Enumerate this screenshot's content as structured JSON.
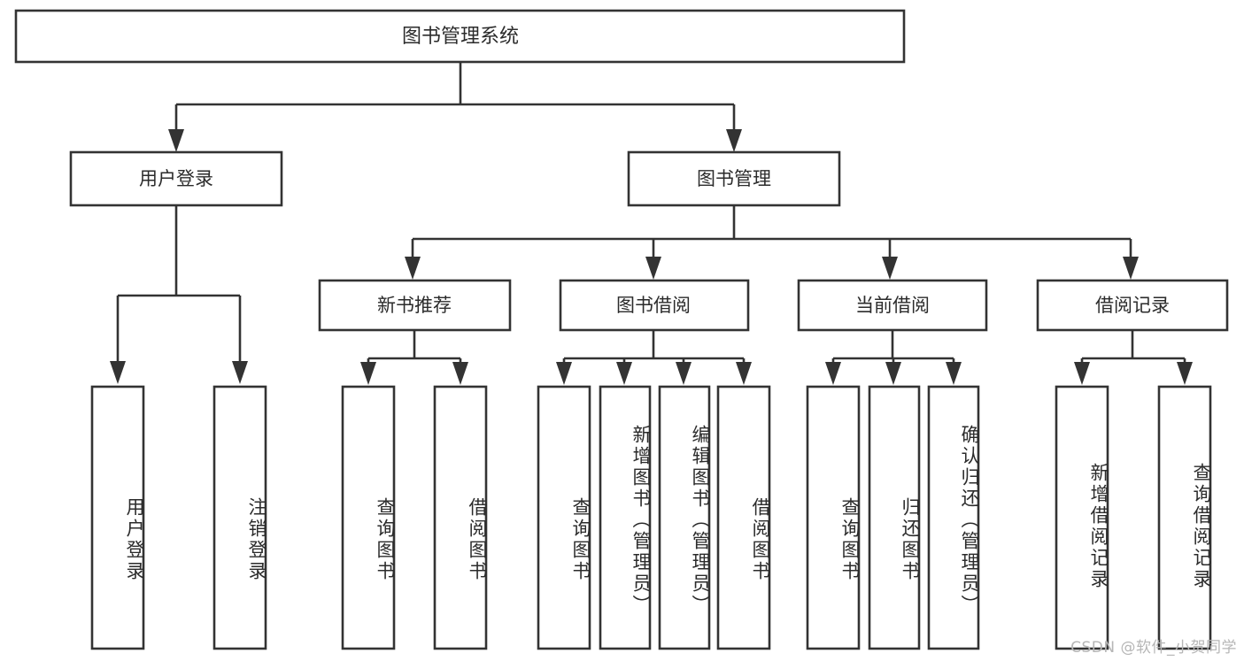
{
  "diagram": {
    "title": "图书管理系统",
    "type": "hierarchy-tree",
    "orientation": "top-down",
    "root": {
      "id": "root",
      "label": "图书管理系统",
      "children": [
        {
          "id": "user-login",
          "label": "用户登录",
          "children": [
            {
              "id": "login-user",
              "label": "用户登录",
              "vertical": true
            },
            {
              "id": "logout-user",
              "label": "注销登录",
              "vertical": true
            }
          ]
        },
        {
          "id": "book-manage",
          "label": "图书管理",
          "children": [
            {
              "id": "new-book-rec",
              "label": "新书推荐",
              "children": [
                {
                  "id": "rec-query-book",
                  "label": "查询图书",
                  "vertical": true
                },
                {
                  "id": "rec-borrow-book",
                  "label": "借阅图书",
                  "vertical": true
                }
              ]
            },
            {
              "id": "book-borrow",
              "label": "图书借阅",
              "children": [
                {
                  "id": "borrow-query-book",
                  "label": "查询图书",
                  "vertical": true
                },
                {
                  "id": "borrow-add-book",
                  "label": "新增图书（管理员）",
                  "vertical": true
                },
                {
                  "id": "borrow-edit-book",
                  "label": "编辑图书（管理员）",
                  "vertical": true
                },
                {
                  "id": "borrow-lend-book",
                  "label": "借阅图书",
                  "vertical": true
                }
              ]
            },
            {
              "id": "current-borrow",
              "label": "当前借阅",
              "children": [
                {
                  "id": "cur-query-book",
                  "label": "查询图书",
                  "vertical": true
                },
                {
                  "id": "cur-return-book",
                  "label": "归还图书",
                  "vertical": true
                },
                {
                  "id": "cur-confirm-return",
                  "label": "确认归还（管理员）",
                  "vertical": true
                }
              ]
            },
            {
              "id": "borrow-record",
              "label": "借阅记录",
              "children": [
                {
                  "id": "rec-add-record",
                  "label": "新增借阅记录",
                  "vertical": true
                },
                {
                  "id": "rec-query-record",
                  "label": "查询借阅记录",
                  "vertical": true
                }
              ]
            }
          ]
        }
      ]
    }
  },
  "labels": {
    "root_title": "图书管理系统",
    "user_login": "用户登录",
    "book_manage": "图书管理",
    "new_book_rec": "新书推荐",
    "book_borrow": "图书借阅",
    "current_borrow": "当前借阅",
    "borrow_record": "借阅记录",
    "leaf_login_user": "用户登录",
    "leaf_logout_user": "注销登录",
    "leaf_rec_query_book": "查询图书",
    "leaf_rec_borrow_book": "借阅图书",
    "leaf_borrow_query_book": "查询图书",
    "leaf_borrow_add_book": "新增图书（管理员）",
    "leaf_borrow_edit_book": "编辑图书（管理员）",
    "leaf_borrow_lend_book": "借阅图书",
    "leaf_cur_query_book": "查询图书",
    "leaf_cur_return_book": "归还图书",
    "leaf_cur_confirm_return": "确认归还（管理员）",
    "leaf_rec_add_record": "新增借阅记录",
    "leaf_rec_query_record": "查询借阅记录"
  },
  "watermark": {
    "text": "CSDN @软件_小贺同学"
  },
  "colors": {
    "background": "#ffffff",
    "box_fill": "#ffffff",
    "box_stroke": "#333333",
    "text": "#2b2b2b",
    "watermark": "#b6b6b6"
  }
}
